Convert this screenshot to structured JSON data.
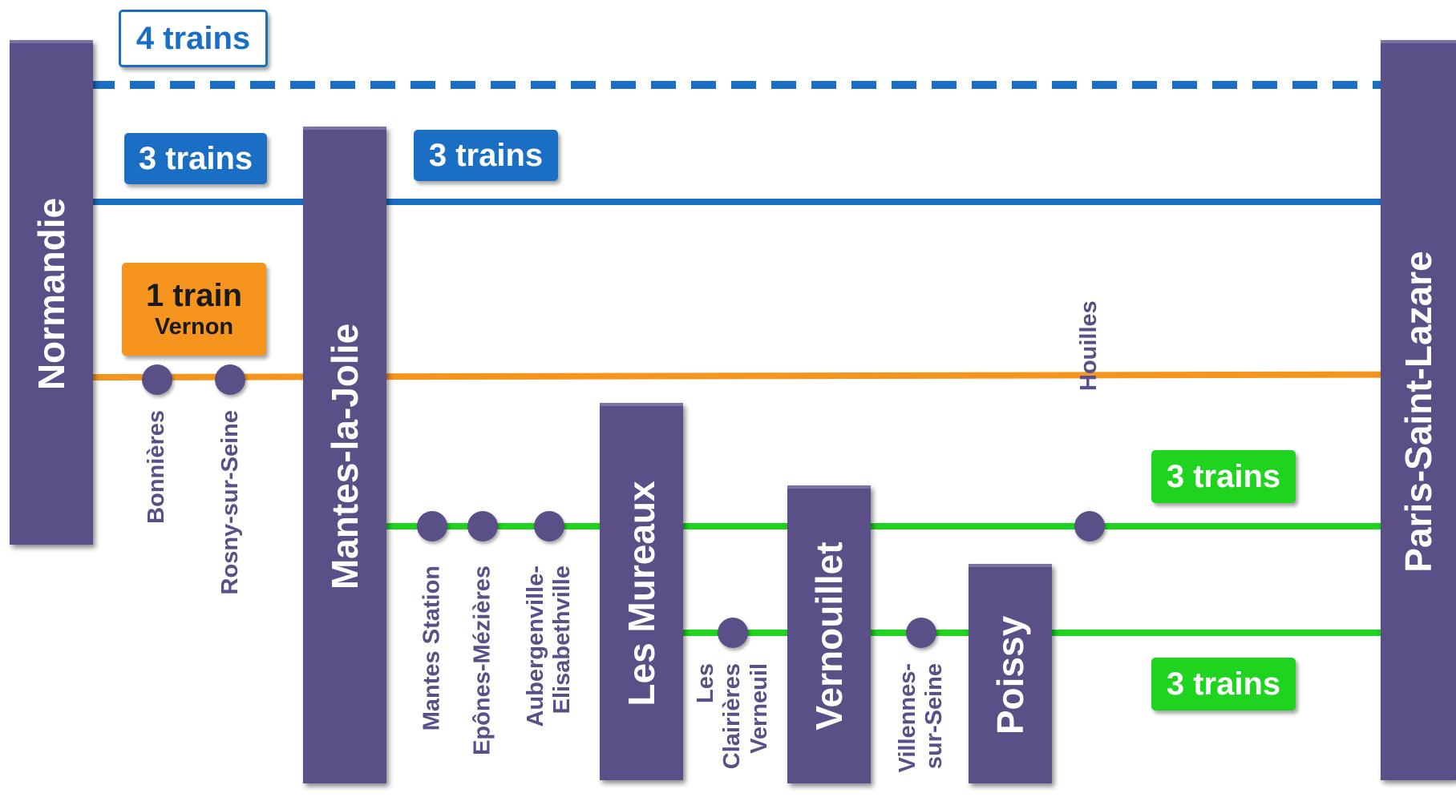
{
  "stations": {
    "normandie": "Normandie",
    "mantes_la_jolie": "Mantes-la-Jolie",
    "les_mureaux": "Les Mureaux",
    "vernouillet": "Vernouillet",
    "poissy": "Poissy",
    "paris_saint_lazare": "Paris-Saint-Lazare"
  },
  "stops": {
    "bonnieres": "Bonnières",
    "rosny": "Rosny-sur-Seine",
    "mantes_station": "Mantes Station",
    "epones": "Epônes-Mézières",
    "aubergenville": "Aubergenville-\nElisabethville",
    "clairieres": "Les\nClairières\nVerneuil",
    "villennes": "Villennes-\nsur-Seine",
    "houilles": "Houilles"
  },
  "badges": {
    "dashed_line": "4 trains",
    "blue_line_left": "3 trains",
    "blue_line_right": "3 trains",
    "orange_count": "1 train",
    "orange_via": "Vernon",
    "green_upper": "3 trains",
    "green_lower": "3 trains"
  },
  "colors": {
    "station": "#5a4f86",
    "blue_line": "#1a6fc4",
    "orange_line": "#f5951e",
    "green_line": "#1fd41f"
  }
}
